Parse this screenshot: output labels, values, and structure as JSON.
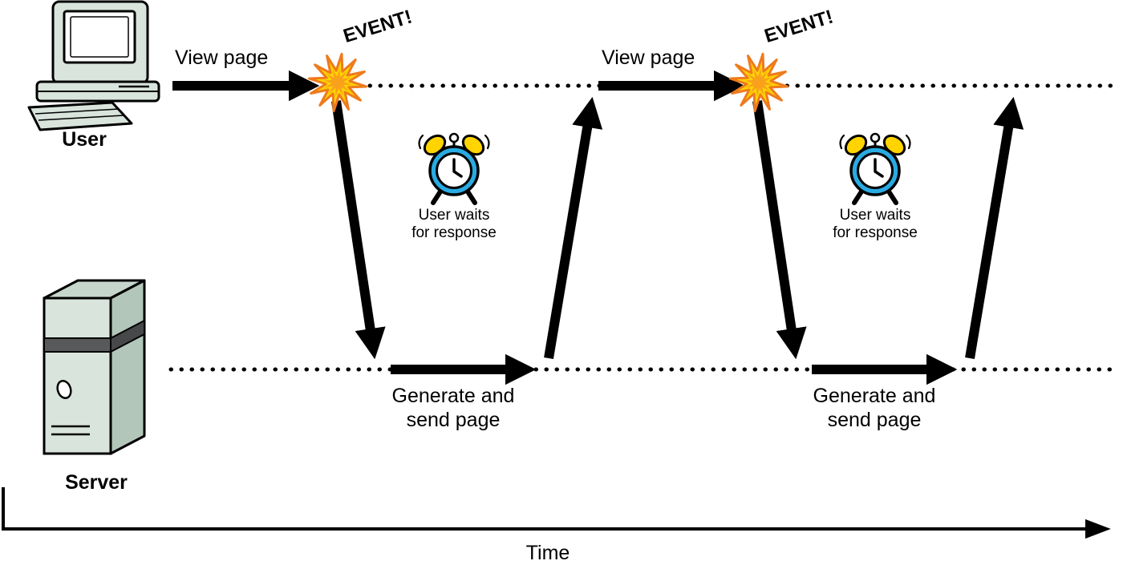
{
  "labels": {
    "user": "User",
    "server": "Server",
    "time": "Time"
  },
  "cycles": [
    {
      "view_page": "View page",
      "event": "EVENT!",
      "user_waits": "User waits\nfor response",
      "generate": "Generate and\nsend page"
    },
    {
      "view_page": "View page",
      "event": "EVENT!",
      "user_waits": "User waits\nfor response",
      "generate": "Generate and\nsend page"
    }
  ],
  "colors": {
    "star_fill": "#FFD400",
    "star_stroke": "#EE7B1E",
    "star_core": "#F9A11B",
    "clock_body": "#29ABE2",
    "bell_fill": "#FFD400",
    "machine_fill": "#D8E4DC",
    "machine_side": "#B3C6BA",
    "machine_top": "#C6D6CC",
    "band": "#58595B",
    "ink": "#000000"
  }
}
